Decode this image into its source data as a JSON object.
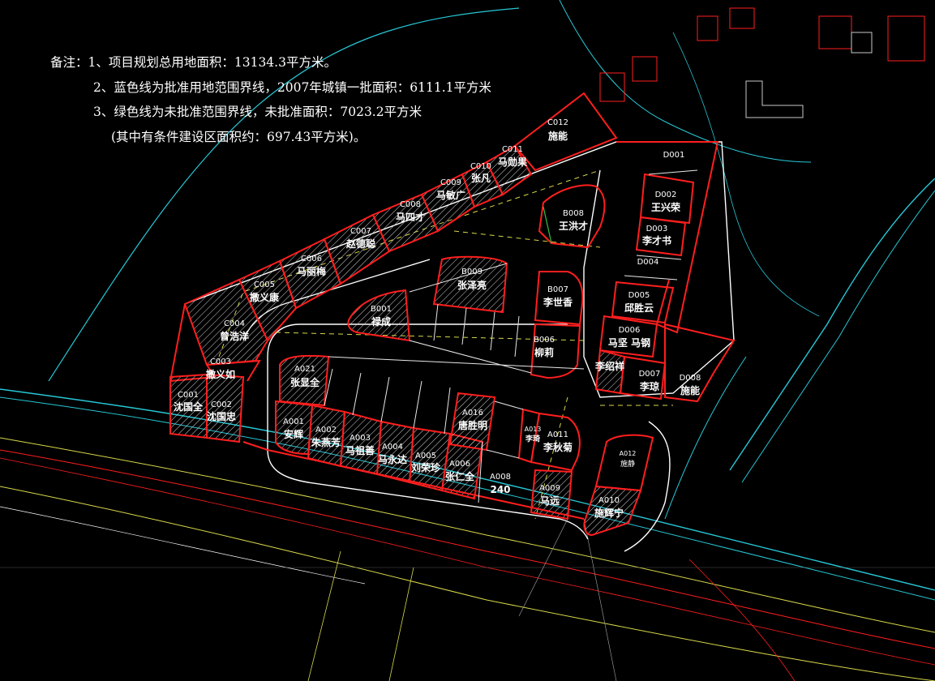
{
  "notes": {
    "line1": "备注：1、项目规划总用地面积：13134.3平方米。",
    "line2": "2、蓝色线为批准用地范围界线，2007年城镇一批面积：6111.1平方米",
    "line3": "3、绿色线为未批准范围界线，未批准面积：7023.2平方米",
    "line4": "(其中有条件建设区面积约：697.43平方米)。"
  },
  "parcels": {
    "C012": {
      "code": "C012",
      "name": "施能"
    },
    "C011": {
      "code": "C011",
      "name": "马勋果"
    },
    "C010": {
      "code": "C010",
      "name": "张凡"
    },
    "C009": {
      "code": "C009",
      "name": "马敏广"
    },
    "C008": {
      "code": "C008",
      "name": "马四才"
    },
    "C007": {
      "code": "C007",
      "name": "赵德聪"
    },
    "C006": {
      "code": "C006",
      "name": "马丽梅"
    },
    "C005": {
      "code": "C005",
      "name": "撒义康"
    },
    "C004": {
      "code": "C004",
      "name": "曾浩洋"
    },
    "C003": {
      "code": "C003",
      "name": "撒义如"
    },
    "C001": {
      "code": "C001",
      "name": "沈国全"
    },
    "C002": {
      "code": "C002",
      "name": "沈国忠"
    },
    "B008_top": {
      "code": "B008",
      "name": "王洪才"
    },
    "B009": {
      "code": "B009",
      "name": "张泽亮"
    },
    "B007": {
      "code": "B007",
      "name": "李世香"
    },
    "B001": {
      "code": "B001",
      "name": "禄成"
    },
    "B006": {
      "code": "B006",
      "name": "柳莉"
    },
    "D001": {
      "code": "D001",
      "name": ""
    },
    "D002": {
      "code": "D002",
      "name": "王兴荣"
    },
    "D003": {
      "code": "D003",
      "name": "李才书"
    },
    "D004": {
      "code": "D004",
      "name": ""
    },
    "D005": {
      "code": "D005",
      "name": "邱胜云"
    },
    "D006": {
      "code": "D006",
      "name": "马坚 马钢"
    },
    "D007": {
      "code": "D007",
      "name": "李琼"
    },
    "D008": {
      "code": "D008",
      "name": "施能"
    },
    "D_lee": {
      "code": "",
      "name": "李绍祥"
    },
    "A021": {
      "code": "A021",
      "name": "张显全"
    },
    "A001": {
      "code": "A001",
      "name": "安辉"
    },
    "A002": {
      "code": "A002",
      "name": "朱燕芳"
    },
    "A003": {
      "code": "A003",
      "name": "马祖善"
    },
    "A004": {
      "code": "A004",
      "name": "马永达"
    },
    "A005": {
      "code": "A005",
      "name": "刘荣珍"
    },
    "A006": {
      "code": "A006",
      "name": "张仁全"
    },
    "A016": {
      "code": "A016",
      "name": "唐胜明"
    },
    "A008": {
      "code": "A008",
      "name": "240"
    },
    "A013": {
      "code": "A013",
      "name": "李琦"
    },
    "A011": {
      "code": "A011",
      "name": "李秋菊"
    },
    "A009": {
      "code": "A009",
      "name": "马远"
    },
    "A012": {
      "code": "A012",
      "name": "施静"
    },
    "A010": {
      "code": "A010",
      "name": "施辉宁"
    }
  },
  "colors": {
    "parcel_red": "#ff1e1e",
    "road_yellow": "#d8d84a",
    "road_white": "#ffffff",
    "contour_cyan": "#27c7d6",
    "lot_line": "#e8e8e8",
    "grass_green": "#2ec24a"
  }
}
